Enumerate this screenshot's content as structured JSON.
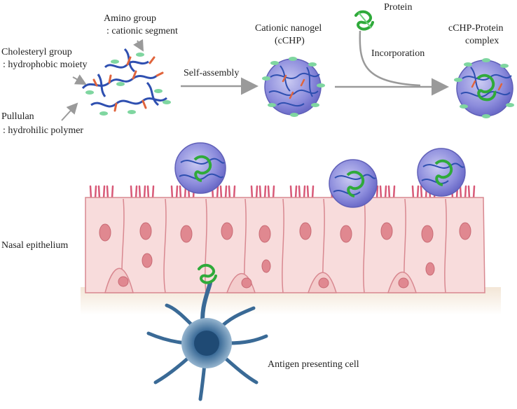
{
  "labels": {
    "amino_line1": "Amino group",
    "amino_line2": ": cationic segment",
    "cholesteryl_line1": "Cholesteryl group",
    "cholesteryl_line2": ": hydrophobic moiety",
    "pullulan_line1": "Pullulan",
    "pullulan_line2": ": hydrohilic polymer",
    "self_assembly": "Self-assembly",
    "nanogel_line1": "Cationic nanogel",
    "nanogel_line2": "(cCHP)",
    "protein": "Protein",
    "incorporation": "Incorporation",
    "complex_line1": "cCHP-Protein",
    "complex_line2": "complex",
    "nasal_epithelium": "Nasal epithelium",
    "antigen_cell": "Antigen presenting cell"
  },
  "colors": {
    "nanogel": "#7f7fd6",
    "pullulan": "#2e4fb0",
    "amino": "#e0643c",
    "cholesteryl": "#7fd6a0",
    "protein": "#2faa3a",
    "cell_fill": "#f8dcdc",
    "cell_outline": "#d88890",
    "nucleus": "#e08890",
    "cilia": "#d85a78",
    "apc": "#3a6a96",
    "arrow": "#9a9a9a"
  }
}
